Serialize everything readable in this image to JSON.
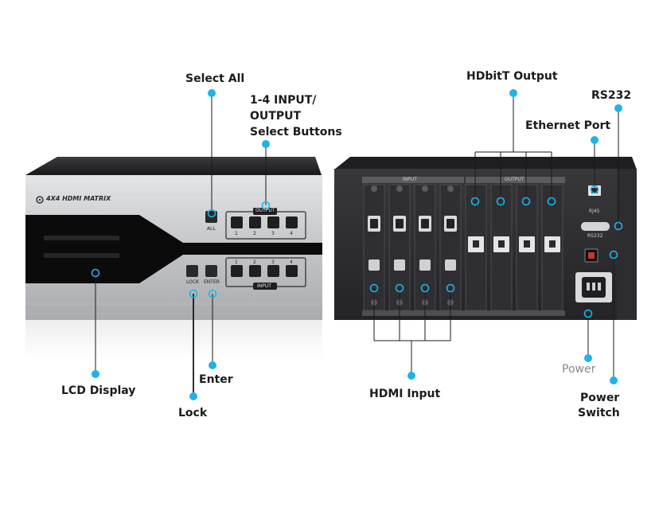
{
  "labels": {
    "select_all": "Select All",
    "select_buttons_line1": "1-4 INPUT/",
    "select_buttons_line2": "OUTPUT",
    "select_buttons_line3": "Select Buttons",
    "lcd_display": "LCD Display",
    "enter": "Enter",
    "lock": "Lock",
    "hdbitt_output": "HDbitT Output",
    "rs232": "RS232",
    "ethernet_port": "Ethernet Port",
    "hdmi_input": "HDMI Input",
    "power": "Power",
    "power_switch_line1": "Power",
    "power_switch_line2": "Switch"
  },
  "front_panel": {
    "brand": "4X4 HDMI MATRIX",
    "output_tag": "OUTPUT",
    "input_tag": "INPUT",
    "all_key": "ALL",
    "lock_key": "LOCK",
    "enter_key": "ENTER",
    "numbers": [
      "1",
      "2",
      "3",
      "4"
    ]
  },
  "rear_panel": {
    "input_tag": "INPUT",
    "output_tag": "OUTPUT",
    "rj45_tag": "RJ45",
    "rs232_tag": "RS232"
  },
  "colors": {
    "dot": "#1fb3e8",
    "leader": "#1a1a1a",
    "silver": "#c8cacd",
    "panel_dark": "#2b2b2e"
  },
  "icons": {
    "callout_dot": "filled-circle",
    "hdmi_port": "hdmi-port-icon",
    "rj45_port": "rj45-port-icon",
    "power_inlet": "power-inlet-icon"
  }
}
